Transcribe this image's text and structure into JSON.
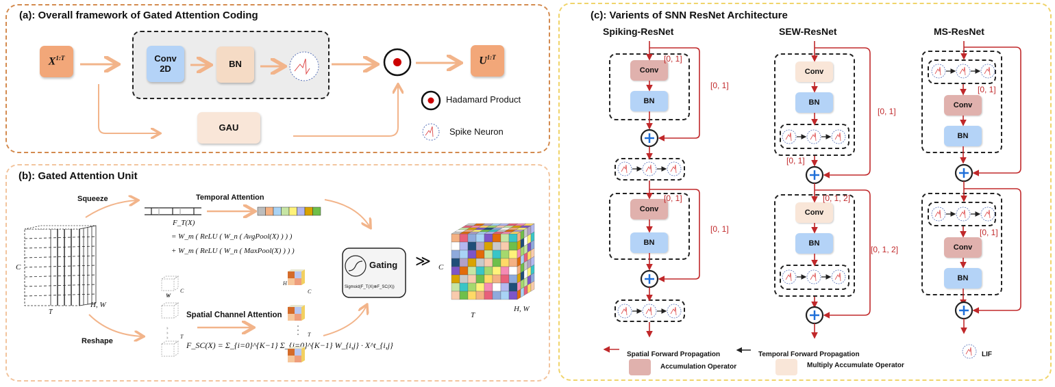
{
  "panel_a": {
    "title": "(a): Overall framework of Gated Attention Coding",
    "input_label": "X",
    "input_sup": "1:T",
    "conv_label_line1": "Conv",
    "conv_label_line2": "2D",
    "bn_label": "BN",
    "gau_label": "GAU",
    "output_label": "U",
    "output_sup": "1:T",
    "legend": {
      "hadamard": "Hadamard Product",
      "spike": "Spike Neuron"
    }
  },
  "panel_b": {
    "title": "(b): Gated Attention Unit",
    "squeeze": "Squeeze",
    "reshape": "Reshape",
    "temporal_attention": "Temporal Attention",
    "spatial_channel_attention": "Spatial Channel Attention",
    "formula_t_line1": "F_T(X)",
    "formula_t_line2": "= W_m ( ReLU ( W_n ( AvgPool(X) ) ) )",
    "formula_t_line3": "+ W_m ( ReLU ( W_n ( MaxPool(X) ) ) )",
    "formula_sc": "F_SC(X) = Σ_{i=0}^{K−1} Σ_{j=0}^{K−1} W_{i,j} · X^t_{i,j}",
    "gating_label": "Gating",
    "gating_formula": "Sigmoid(F_T(X)⊗F_SC(X))",
    "cube_axis_c": "C",
    "cube_axis_t": "T",
    "cube_axis_hw": "H, W",
    "small_h": "H",
    "small_w": "W",
    "small_c": "C",
    "small_t": "T",
    "much_greater": "≫",
    "temporal_bar_colors": [
      "#bdbdbd",
      "#f4b183",
      "#a9d3f5",
      "#c6e5a4",
      "#fff27a",
      "#b4b8f0",
      "#d9a300",
      "#6fbf4a"
    ]
  },
  "panel_c": {
    "title": "(c): Varients of SNN ResNet Architecture",
    "columns": [
      {
        "name": "Spiking-ResNet",
        "labels": [
          "[0, 1]",
          "[0, 1]",
          "[0, 1]",
          "[0, 1]"
        ]
      },
      {
        "name": "SEW-ResNet",
        "labels": [
          "[0, 1]",
          "[0, 1]",
          "[0, 1, 2]",
          "[0, 1, 2]"
        ]
      },
      {
        "name": "MS-ResNet",
        "labels": [
          "[0, 1]",
          "[0, 1]"
        ]
      }
    ],
    "conv_label": "Conv",
    "bn_label": "BN",
    "legend": {
      "spatial": "Spatial Forward Propagation",
      "temporal": "Temporal Forward Propagation",
      "lif": "LIF",
      "accumulation": "Accumulation Operator",
      "mac": "Multiply Accumulate Operator"
    }
  },
  "colors": {
    "orange_arrow": "#f2b48a",
    "red_arrow": "#c0282a",
    "conv_blue": "#b4d3f7",
    "bn_peach": "#f5dbc5",
    "accum_pink": "#e0b1ad",
    "mac_peach": "#f9e6d8",
    "io_orange": "#f2a779",
    "plus_blue": "#1f6fd8"
  }
}
